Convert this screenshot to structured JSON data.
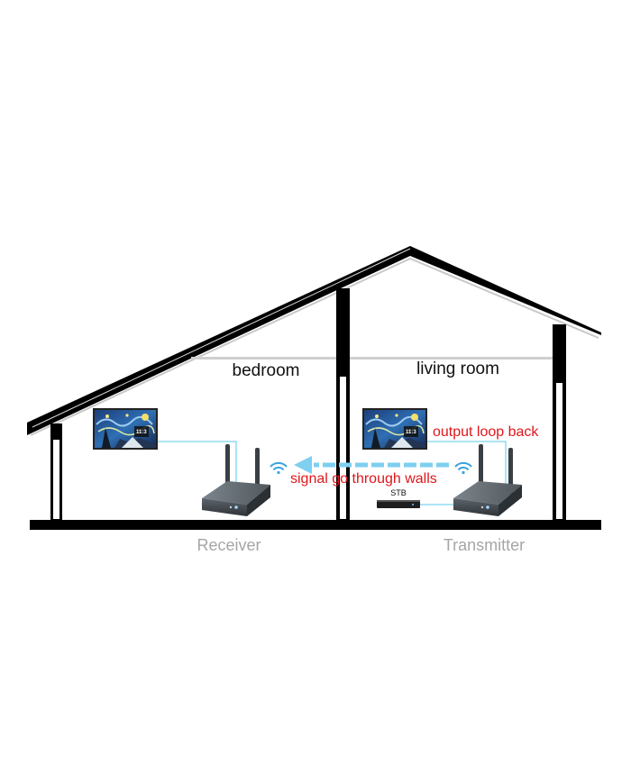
{
  "rooms": {
    "left": "bedroom",
    "right": "living room"
  },
  "annotations": {
    "loop": "output loop back",
    "signal": "signal go through walls",
    "stb": "STB"
  },
  "devices": {
    "receiver": "Receiver",
    "transmitter": "Transmitter"
  },
  "tv_screen_text": "11:3",
  "colors": {
    "structure": "#000000",
    "roof_underline": "#c8c8c8",
    "cable": "#5bc8ec",
    "signal_arrow": "#7ecff0",
    "red_text": "#e0161b",
    "grey_text": "#a6a6a6",
    "device_body": "#3d4348"
  },
  "icons": [
    "wifi-icon",
    "wifi-icon",
    "antenna-icon",
    "tv-icon",
    "stb-icon"
  ]
}
